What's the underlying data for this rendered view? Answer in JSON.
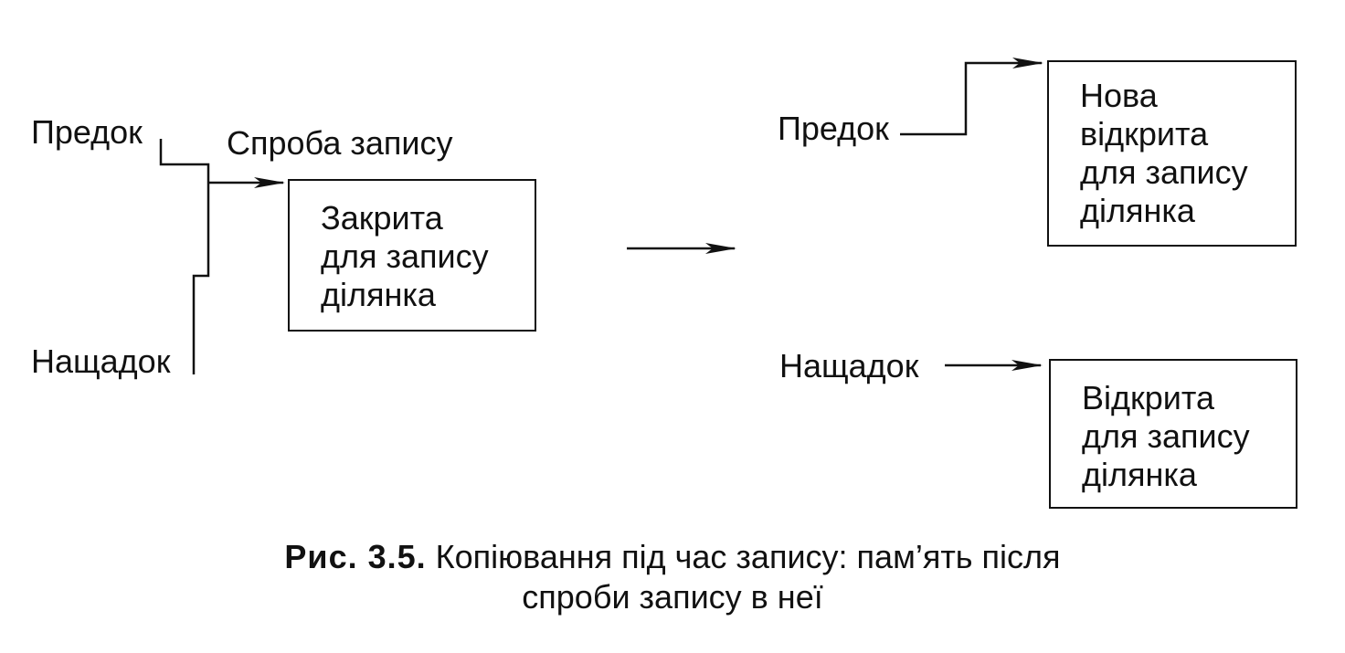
{
  "left": {
    "parent_label": "Предок",
    "child_label": "Нащадок",
    "attempt_label": "Спроба запису",
    "box_text": "Закрита\nдля запису\nділянка"
  },
  "right": {
    "parent_label": "Предок",
    "child_label": "Нащадок",
    "top_box_text": "Нова\nвідкрита\nдля запису\nділянка",
    "bottom_box_text": "Відкрита\nдля запису\nділянка"
  },
  "caption": {
    "number": "Рис. 3.5.",
    "line1": "Копіювання під час запису: пам’ять після",
    "line2": "спроби запису в неї"
  }
}
